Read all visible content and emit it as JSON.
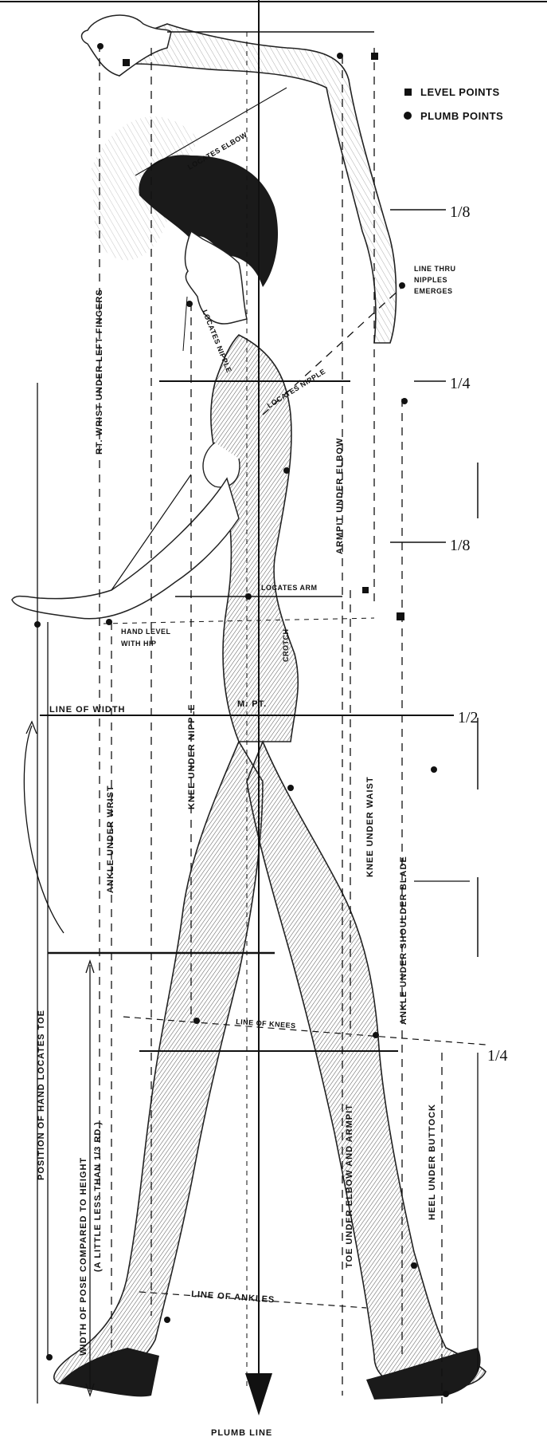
{
  "legend": {
    "level_points": "LEVEL POINTS",
    "plumb_points": "PLUMB POINTS"
  },
  "fractions": {
    "f1": "1/8",
    "f2": "1/4",
    "f3": "1/8",
    "f4": "1/2",
    "f5": "1/4"
  },
  "labels": {
    "locates_elbow": "LOCATES ELBOW",
    "line_thru_nipples": [
      "LINE THRU",
      "NIPPLES",
      "EMERGES"
    ],
    "locates_nipple_1": "LOCATES NIPPLE",
    "locates_nipple_2": "LOCATES NIPPLE",
    "rt_wrist": "RT. WRIST UNDER LEFT FINGERS",
    "armpit_under_elbow": "ARMPIT UNDER ELBOW",
    "locates_arm": "LOCATES ARM",
    "hand_level": [
      "HAND LEVEL",
      "WITH HIP"
    ],
    "line_of_width": "LINE OF WIDTH",
    "m_pt": "M. PT.",
    "crotch": "CROTCH",
    "knee_under_nipple": "KNEE UNDER NIPPLE",
    "ankle_under_wrist": "ANKLE UNDER WRIST",
    "knee_under_waist": "KNEE UNDER WAIST",
    "ankle_under_shoulder_blade": "ANKLE UNDER SHOULDER BLADE",
    "position_of_hand": "POSITION OF HAND LOCATES TOE",
    "width_of_pose": "WIDTH OF POSE COMPARED TO HEIGHT",
    "a_little_less": "(A LITTLE LESS THAN 1/3 RD.)",
    "line_of_knees": "LINE OF KNEES",
    "toe_under": "TOE UNDER ELBOW AND ARMPIT",
    "heel_under_buttock": "HEEL UNDER BUTTOCK",
    "line_of_ankles": "LINE OF ANKLES",
    "plumb_line": "PLUMB LINE"
  }
}
